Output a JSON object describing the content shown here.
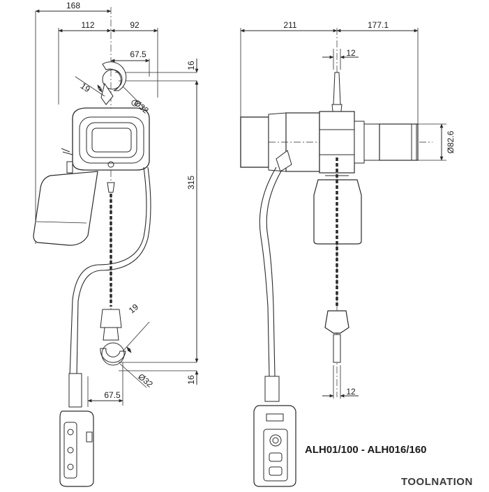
{
  "diagram": {
    "model_label": "ALH01/100 - ALH016/160",
    "brand_logo": "TOOLNATION",
    "front_view": {
      "dim_total_width": "168",
      "dim_left": "112",
      "dim_right": "92",
      "dim_top_hook": "67.5",
      "dim_top_gap": "16",
      "dim_height": "315",
      "dim_top_hook_open": "19",
      "dim_top_hook_dia": "Ø32",
      "dim_bottom_hook_open": "19",
      "dim_bottom_hook_dia": "Ø32",
      "dim_bottom_gap": "16",
      "dim_bottom_hook": "67.5"
    },
    "side_view": {
      "dim_left": "211",
      "dim_right": "177.1",
      "dim_top_hook": "12",
      "dim_motor_dia": "Ø82.6",
      "dim_bottom_hook": "12"
    }
  },
  "colors": {
    "line": "#2a2a2a",
    "fill_light": "#f4f4f4",
    "logo": "#3a3a3a",
    "logo_accent": "#e8a400"
  }
}
